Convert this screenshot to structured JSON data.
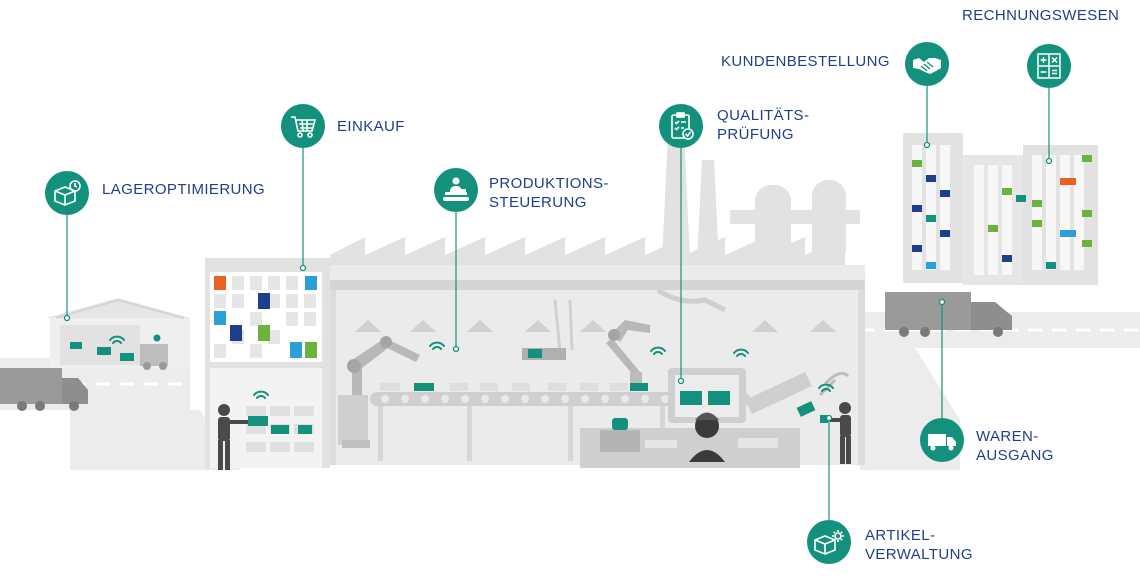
{
  "labels": {
    "lageroptimierung": "LAGEROPTIMIERUNG",
    "einkauf": "EINKAUF",
    "produktionssteuerung_1": "PRODUKTIONS-",
    "produktionssteuerung_2": "STEUERUNG",
    "qualitaet_1": "QUALITÄTS-",
    "qualitaet_2": "PRÜFUNG",
    "kundenbestellung": "KUNDENBESTELLUNG",
    "rechnungswesen": "RECHNUNGSWESEN",
    "warenausgang_1": "WAREN-",
    "warenausgang_2": "AUSGANG",
    "artikel_1": "ARTIKEL-",
    "artikel_2": "VERWALTUNG"
  },
  "icons": {
    "lageroptimierung": "box-clock-icon",
    "einkauf": "shopping-cart-icon",
    "produktionssteuerung": "worker-conveyor-icon",
    "qualitaet": "clipboard-check-icon",
    "kundenbestellung": "handshake-icon",
    "rechnungswesen": "calculator-icon",
    "warenausgang": "truck-icon",
    "artikel": "box-gear-icon"
  },
  "colors": {
    "accent": "#14917c",
    "label": "#1e3f8c",
    "scene_gray": "#d9d9d9",
    "dark_gray": "#8e8e8e",
    "orange": "#e8641e",
    "blue": "#2d9fd8",
    "navy": "#1e3f8c",
    "green": "#6cb33e"
  }
}
